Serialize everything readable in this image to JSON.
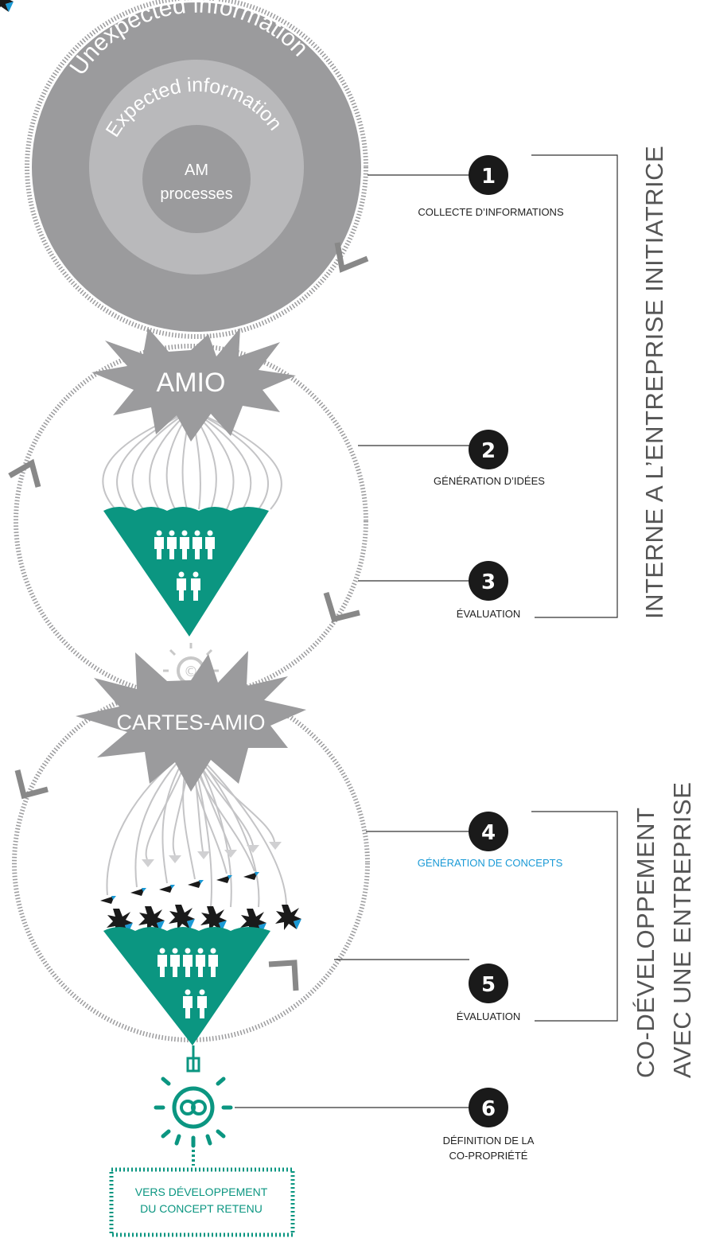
{
  "circles": {
    "outer": "Unexpected information",
    "middle": "Expected information",
    "inner_line1": "AM",
    "inner_line2": "processes"
  },
  "bursts": {
    "amio": "AMIO",
    "cartes_amio": "CARTES-AMIO"
  },
  "steps": [
    {
      "number": "1",
      "label": "COLLECTE D’INFORMATIONS"
    },
    {
      "number": "2",
      "label": "GÉNÉRATION D’IDÉES"
    },
    {
      "number": "3",
      "label": "ÉVALUATION"
    },
    {
      "number": "4",
      "label": "GÉNÉRATION DE CONCEPTS"
    },
    {
      "number": "5",
      "label": "ÉVALUATION"
    },
    {
      "number": "6",
      "label_line1": "DÉFINITION DE LA",
      "label_line2": "CO-PROPRIÉTÉ"
    }
  ],
  "phases": {
    "internal": "INTERNE A L’ENTREPRISE INITIATRICE",
    "codev_line1": "CO-DÉVELOPPEMENT",
    "codev_line2": "AVEC UNE ENTREPRISE"
  },
  "final_box": {
    "line1": "VERS DÉVELOPPEMENT",
    "line2": "DU CONCEPT RETENU"
  },
  "colors": {
    "teal": "#0b9681",
    "dark_gray": "#9b9b9d",
    "mid_gray": "#b8b8ba",
    "light_gray": "#cfcfd1",
    "blue_label": "#1a9ad6",
    "black_badge": "#1a1a1a"
  },
  "icons": [
    "copyright-bulb-icon",
    "coproperty-bulb-icon",
    "people-icon",
    "star-burst-icon",
    "arrow-chevron-icon"
  ]
}
